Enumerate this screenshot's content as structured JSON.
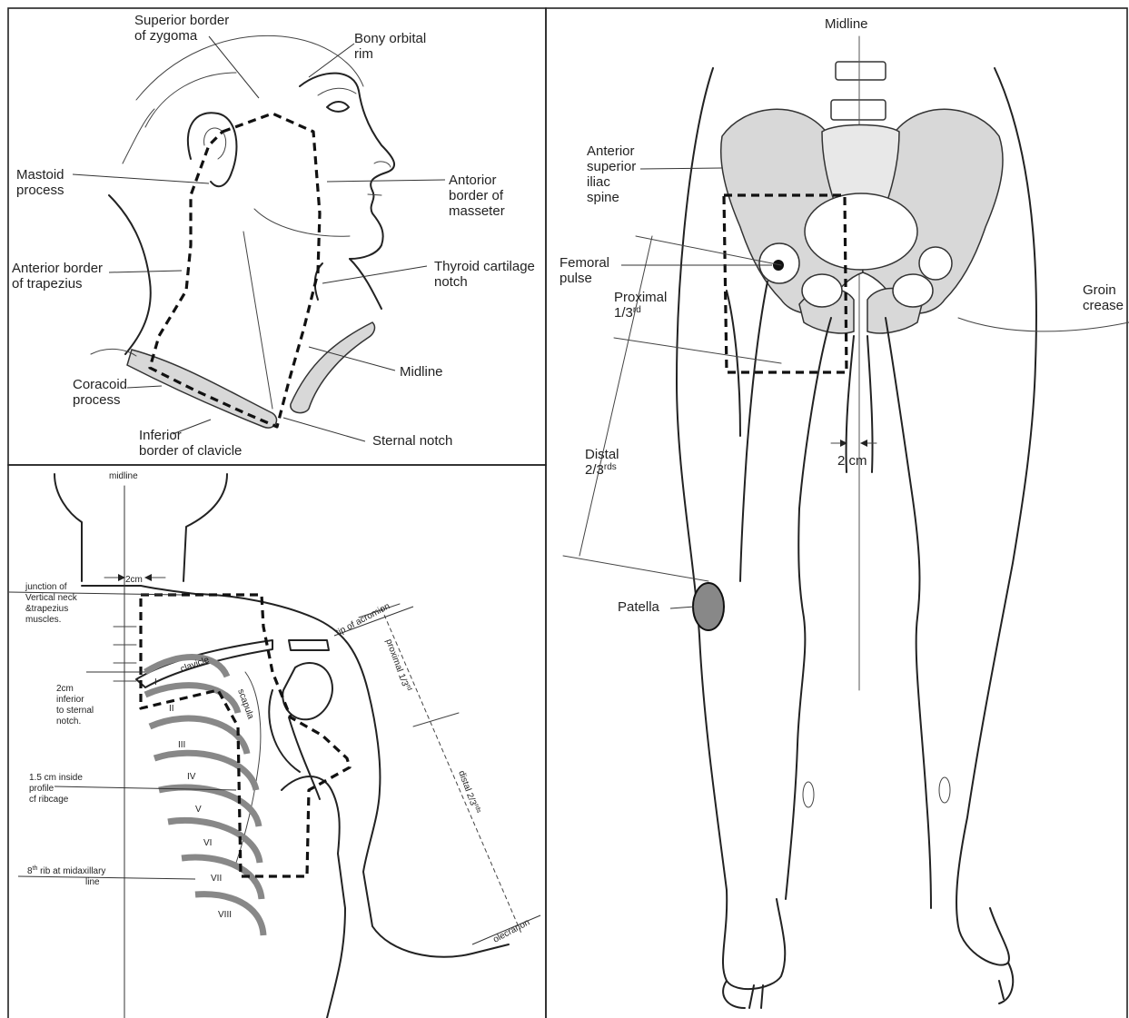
{
  "panel_head": {
    "superior_border": [
      "Superior border",
      "of zygoma"
    ],
    "bony_orbital_rim": [
      "Bony orbital",
      "rim"
    ],
    "mastoid_process": [
      "Mastoid",
      "process"
    ],
    "antorior_border_masseter": [
      "Antorior",
      "border of",
      "masseter"
    ],
    "anterior_border_trapezius": [
      "Anterior border",
      "of trapezius"
    ],
    "thyroid_cartilage": [
      "Thyroid cartilage",
      "notch"
    ],
    "midline": "Midline",
    "coracoid_process": [
      "Coracoid",
      "process"
    ],
    "inferior_border_clavicle": [
      "Inferior",
      "border of clavicle"
    ],
    "sternal_notch": "Sternal notch"
  },
  "panel_arm": {
    "midline": "midline",
    "two_cm": "2cm",
    "junction": [
      "junction of",
      "Vertical neck",
      "&trapezius",
      "muscles."
    ],
    "two_cm_inferior": [
      "2cm",
      "inferior",
      "to sternal",
      "notch."
    ],
    "ribcage": [
      "1.5 cm inside",
      "profile",
      "cf ribcage"
    ],
    "eighth_rib_base": "8",
    "eighth_rib_sup": "th",
    "eighth_rib_rest": " rib at midaxillary",
    "eighth_rib_line2": "line",
    "tip_of_acromion": "tip of acromion",
    "clavicle": "clavicle",
    "scapula": "scapula",
    "proximal_base": "proximal 1/3",
    "proximal_sup": "rd",
    "distal_base": "distal 2/3",
    "distal_sup": "rds",
    "olecranon": "olecranon",
    "rib_numerals": [
      "I",
      "II",
      "III",
      "IV",
      "V",
      "VI",
      "VII",
      "VIII"
    ]
  },
  "panel_leg": {
    "midline": "Midline",
    "asis": [
      "Anterior",
      "superior",
      "iliac",
      "spine"
    ],
    "femoral_pulse": [
      "Femoral",
      "pulse"
    ],
    "proximal": "Proximal",
    "proximal_base": "1/3",
    "proximal_sup": "rd",
    "groin_crease": [
      "Groin",
      "crease"
    ],
    "distal": "Distal",
    "distal_base": "2/3",
    "distal_sup": "rds",
    "two_cm": "2 cm",
    "patella": "Patella"
  }
}
